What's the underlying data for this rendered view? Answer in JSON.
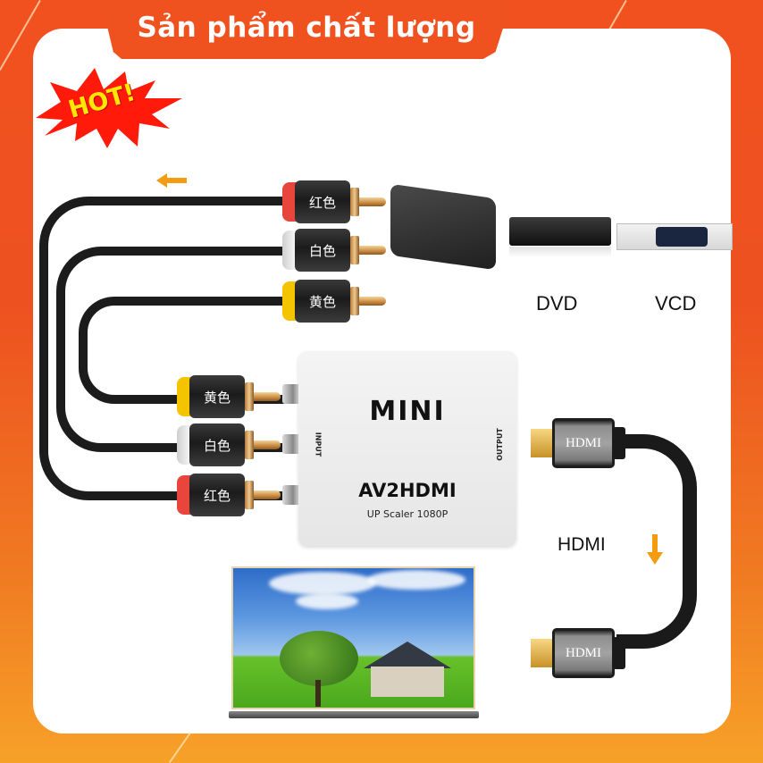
{
  "header": {
    "title": "Sản phẩm chất lượng"
  },
  "badge": {
    "text": "HOT!",
    "star_color": "#ff1a0a",
    "text_color": "#ffe800"
  },
  "colors": {
    "frame_top": "#f0521f",
    "frame_bottom": "#f7a128",
    "arrow": "#f39c12",
    "panel": "#ffffff"
  },
  "rca_top": [
    {
      "label": "红色",
      "cap_color": "#e8463c"
    },
    {
      "label": "白色",
      "cap_color": "#f2f2f2"
    },
    {
      "label": "黄色",
      "cap_color": "#f5c400"
    }
  ],
  "rca_bottom": [
    {
      "label": "黄色",
      "cap_color": "#f5c400"
    },
    {
      "label": "白色",
      "cap_color": "#f2f2f2"
    },
    {
      "label": "红色",
      "cap_color": "#e8463c"
    }
  ],
  "sources": [
    {
      "label": ""
    },
    {
      "label": "DVD"
    },
    {
      "label": "VCD"
    }
  ],
  "adapter": {
    "brand": "MINI",
    "model": "AV2HDMI",
    "subtitle": "UP Scaler 1080P",
    "input_label": "INPUT",
    "output_label": "OUTPUT"
  },
  "hdmi": {
    "connector_label_top": "HDMI",
    "connector_label_bottom": "HDMI",
    "cable_label": "HDMI"
  },
  "icons": {
    "arrow_left": "arrow-left-icon",
    "arrow_down": "arrow-down-icon"
  }
}
